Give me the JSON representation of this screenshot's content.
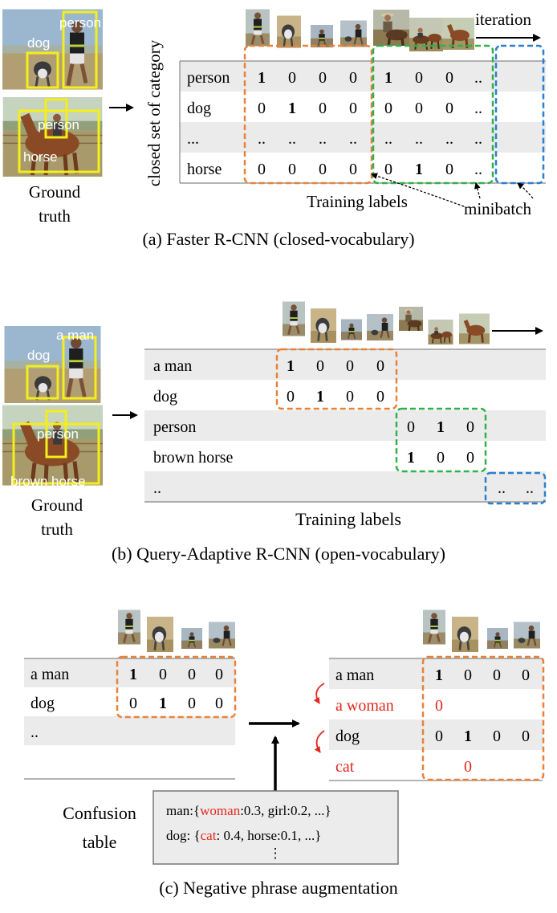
{
  "colors": {
    "orange": "#e8823a",
    "green": "#2fb24a",
    "blue": "#2a7fcf",
    "yellow": "#f4ee1a",
    "red": "#e0281e",
    "rowgray": "#ebebeb"
  },
  "panel_a": {
    "caption": "(a) Faster R-CNN (closed-vocabulary)",
    "ground_truth_line1": "Ground",
    "ground_truth_line2": "truth",
    "box_labels": [
      "dog",
      "person",
      "person",
      "horse"
    ],
    "vertical_label": "closed set of category",
    "iteration_label": "iteration",
    "rows": [
      {
        "label": "person",
        "values": [
          "1",
          "0",
          "0",
          "0",
          "1",
          "0",
          "0",
          ".."
        ]
      },
      {
        "label": "dog",
        "values": [
          "0",
          "1",
          "0",
          "0",
          "0",
          "0",
          "0",
          ".."
        ]
      },
      {
        "label": "...",
        "values": [
          "..",
          "..",
          "..",
          "..",
          "..",
          "..",
          "..",
          ".."
        ]
      },
      {
        "label": "horse",
        "values": [
          "0",
          "0",
          "0",
          "0",
          "0",
          "1",
          "0",
          ".."
        ]
      }
    ],
    "training_labels": "Training labels",
    "minibatch": "minibatch"
  },
  "panel_b": {
    "caption": "(b) Query-Adaptive R-CNN (open-vocabulary)",
    "ground_truth_line1": "Ground",
    "ground_truth_line2": "truth",
    "box_labels": [
      "dog",
      "a man",
      "person",
      "brown horse"
    ],
    "rows": [
      {
        "label": "a man",
        "values": [
          "1",
          "0",
          "0",
          "0"
        ]
      },
      {
        "label": "dog",
        "values": [
          "0",
          "1",
          "0",
          "0"
        ]
      },
      {
        "label": "person",
        "values": [
          "0",
          "1",
          "0"
        ]
      },
      {
        "label": "brown horse",
        "values": [
          "1",
          "0",
          "0"
        ]
      },
      {
        "label": "..",
        "values": [
          "..",
          ".."
        ]
      }
    ],
    "training_labels": "Training labels"
  },
  "panel_c": {
    "caption": "(c) Negative phrase augmentation",
    "left_rows": [
      {
        "label": "a man",
        "values": [
          "1",
          "0",
          "0",
          "0"
        ]
      },
      {
        "label": "dog",
        "values": [
          "0",
          "1",
          "0",
          "0"
        ]
      },
      {
        "label": "..",
        "values": []
      }
    ],
    "right_rows": [
      {
        "label": "a man",
        "values": [
          "1",
          "0",
          "0",
          "0"
        ],
        "negative": false
      },
      {
        "label": "a woman",
        "values": [
          "0"
        ],
        "negative": true
      },
      {
        "label": "dog",
        "values": [
          "0",
          "1",
          "0",
          "0"
        ],
        "negative": false
      },
      {
        "label": "cat",
        "values": [
          "0"
        ],
        "negative": true
      }
    ],
    "confusion_label_line1": "Confusion",
    "confusion_label_line2": "table",
    "confusion_lines": [
      {
        "prefix": "man:{",
        "highlight": "woman",
        "rest": ":0.3, girl:0.2, ...}"
      },
      {
        "prefix": "dog: {",
        "highlight": "cat",
        "rest": ": 0.4, horse:0.1, ...}"
      }
    ],
    "confusion_more": "⋮"
  }
}
